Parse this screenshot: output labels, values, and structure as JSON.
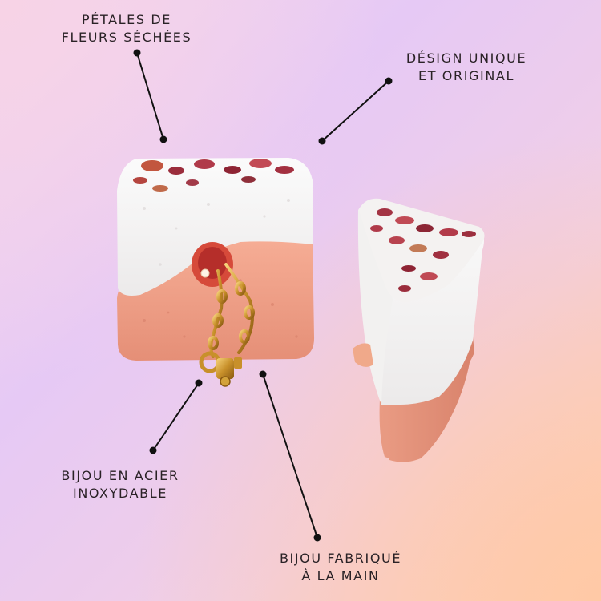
{
  "annotations": {
    "petals": [
      "PÉTALES DE",
      "FLEURS SÉCHÉES"
    ],
    "design": [
      "DÉSIGN UNIQUE",
      "ET ORIGINAL"
    ],
    "steel": [
      "BIJOU EN ACIER",
      "INOXYDABLE"
    ],
    "handmade": [
      "BIJOU FABRIQUÉ",
      "À LA MAIN"
    ]
  },
  "colors": {
    "text": "#2a2226",
    "background_pink": "#f3d6ef",
    "background_lilac": "#e6c9f5",
    "background_peach": "#ffd0b8",
    "bath_bomb_salmon": "#f6ad95",
    "bath_bomb_white": "#fbfbfb",
    "petal_red": "#a33343",
    "jewel_gold": "#c8902a"
  }
}
